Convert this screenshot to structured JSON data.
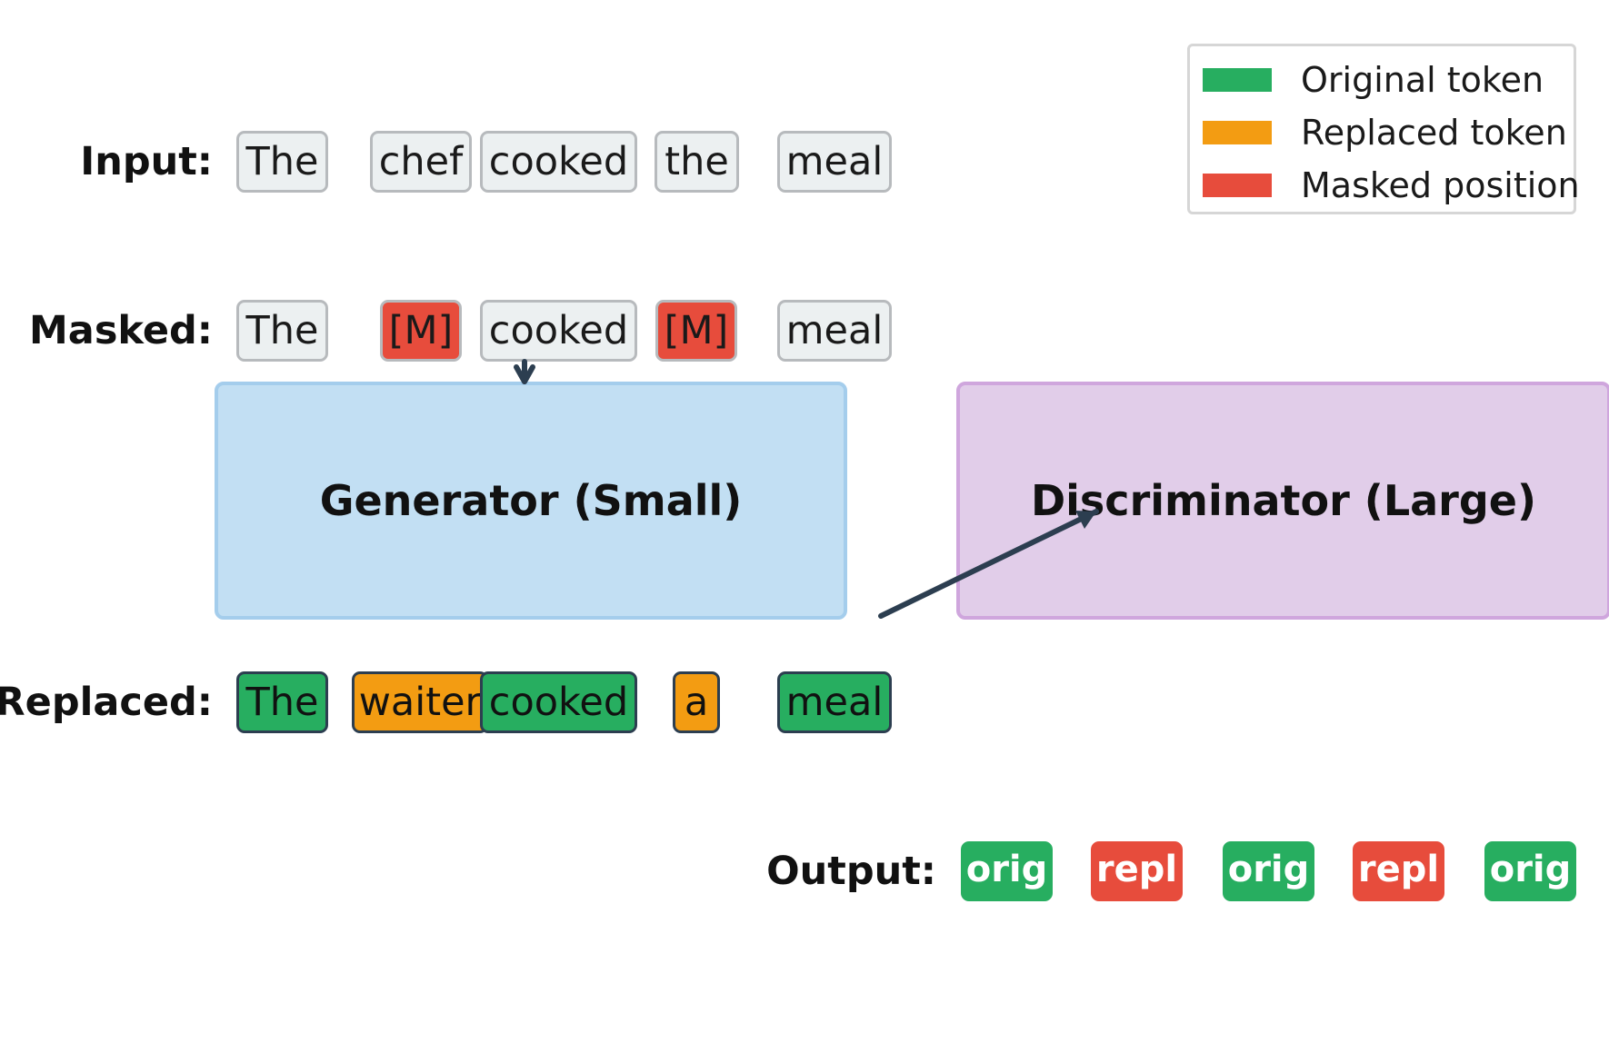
{
  "rows": {
    "input_label": "Input:",
    "masked_label": "Masked:",
    "replaced_label": "Replaced:",
    "output_label": "Output:"
  },
  "input_tokens": [
    "The",
    "chef",
    "cooked",
    "the",
    "meal"
  ],
  "masked_tokens": [
    "The",
    "[M]",
    "cooked",
    "[M]",
    "meal"
  ],
  "replaced_tokens": [
    "The",
    "waiter",
    "cooked",
    "a",
    "meal"
  ],
  "output_tokens": [
    "orig",
    "repl",
    "orig",
    "repl",
    "orig"
  ],
  "generator": {
    "label": "Generator (Small)"
  },
  "discriminator": {
    "label": "Discriminator (Large)"
  },
  "legend": {
    "items": [
      {
        "label": "Original token",
        "color": "#27ae60"
      },
      {
        "label": "Replaced token",
        "color": "#f39c12"
      },
      {
        "label": "Masked position",
        "color": "#e74c3c"
      }
    ]
  },
  "colors": {
    "original": "#27ae60",
    "replaced": "#f39c12",
    "masked": "#e74c3c",
    "neutral_token": "#ecf0f1",
    "generator_fill": "#c2dff3",
    "discriminator_fill": "#e1cde9",
    "arrow": "#2c3e50"
  }
}
